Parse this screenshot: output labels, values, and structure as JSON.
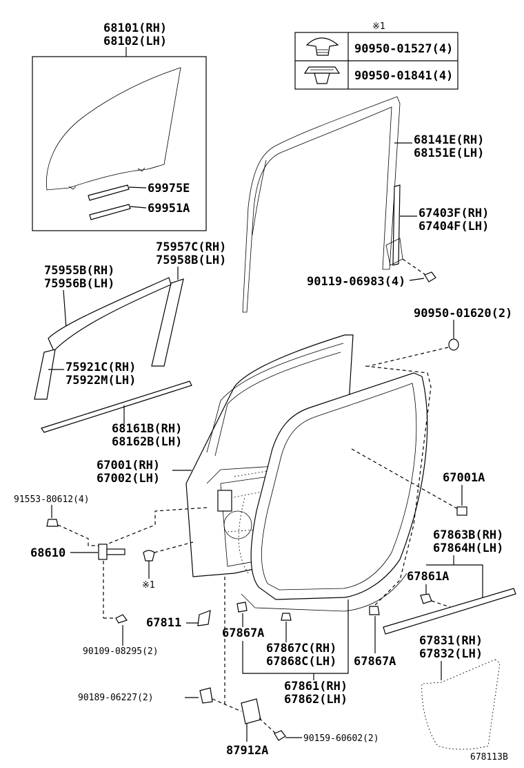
{
  "diagram": {
    "drawing_number": "678113B",
    "legend": {
      "marker": "※1",
      "rows": [
        {
          "part": "90950-01527(4)",
          "icon": "clip-icon-round"
        },
        {
          "part": "90950-01841(4)",
          "icon": "clip-icon-flat"
        }
      ]
    },
    "labels": {
      "glass_rh": "68101(RH)",
      "glass_lh": "68102(LH)",
      "channel_69975e": "69975E",
      "channel_69951a": "69951A",
      "run_rh": "68141E(RH)",
      "run_lh": "68151E(LH)",
      "sash_rh": "67403F(RH)",
      "sash_lh": "67404F(LH)",
      "bolt_90119": "90119-06983(4)",
      "garnish_75957c": "75957C(RH)",
      "garnish_75958b": "75958B(LH)",
      "molding_75955b": "75955B(RH)",
      "molding_75956b": "75956B(LH)",
      "molding_75921c": "75921C(RH)",
      "molding_75922m": "75922M(LH)",
      "clip_90950_01620": "90950-01620(2)",
      "weatherstrip_68161b": "68161B(RH)",
      "weatherstrip_68162b": "68162B(LH)",
      "door_rh": "67001(RH)",
      "door_lh": "67002(LH)",
      "bolt_91553": "91553-80612(4)",
      "hinge_68610": "68610",
      "marker_ref": "※1",
      "panel_67001a": "67001A",
      "seal_67863b": "67863B(RH)",
      "seal_67864h": "67864H(LH)",
      "clip_67861a": "67861A",
      "hole_cover_67811": "67811",
      "clip_67867a_left": "67867A",
      "bolt_90109": "90109-08295(2)",
      "clip_67867c": "67867C(RH)",
      "clip_67868c": "67868C(LH)",
      "clip_67867a_right": "67867A",
      "strip_67831": "67831(RH)",
      "strip_67832": "67832(LH)",
      "strip_67861": "67861(RH)",
      "strip_67862": "67862(LH)",
      "nut_90189": "90189-06227(2)",
      "bolt_90159": "90159-60602(2)",
      "check_87912a": "87912A"
    }
  }
}
